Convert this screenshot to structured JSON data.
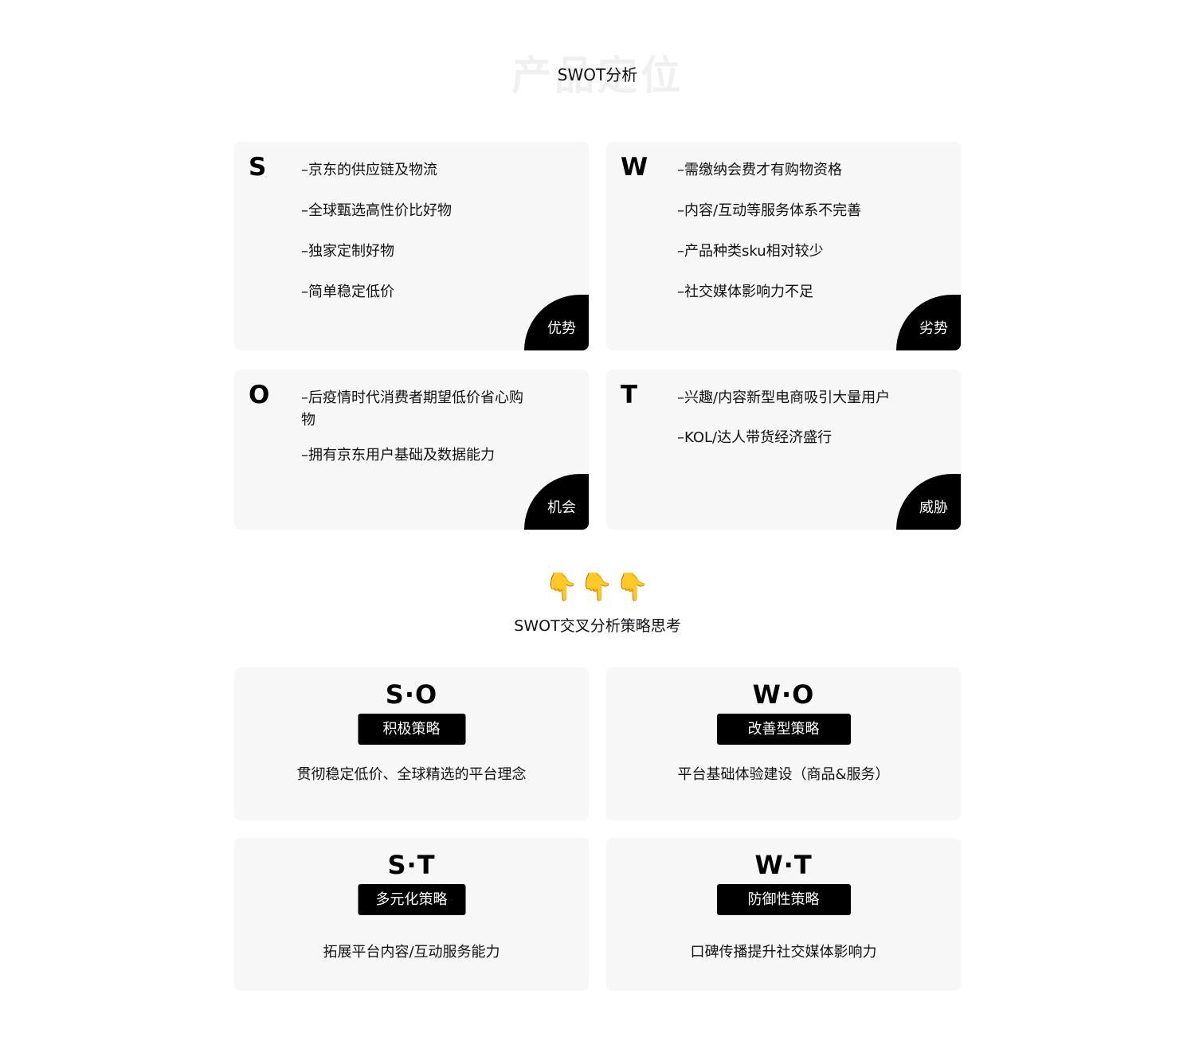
{
  "header": {
    "watermark": "产品定位",
    "title": "SWOT分析"
  },
  "swot": [
    {
      "letter": "S",
      "tag": "优势",
      "items": [
        "–京东的供应链及物流",
        "–全球甄选高性价比好物",
        "–独家定制好物",
        "–简单稳定低价"
      ]
    },
    {
      "letter": "W",
      "tag": "劣势",
      "items": [
        "–需缴纳会费才有购物资格",
        "–内容/互动等服务体系不完善",
        "–产品种类sku相对较少",
        "–社交媒体影响力不足"
      ]
    },
    {
      "letter": "O",
      "tag": "机会",
      "items": [
        "–后疫情时代消费者期望低价省心购物",
        "–拥有京东用户基础及数据能力"
      ]
    },
    {
      "letter": "T",
      "tag": "威胁",
      "items": [
        "–兴趣/内容新型电商吸引大量用户",
        "–KOL/达人带货经济盛行"
      ]
    }
  ],
  "cross": {
    "pointers": "👇👇👇",
    "title": "SWOT交叉分析策略思考"
  },
  "strategies": [
    {
      "combo": "S·O",
      "label": "积极策略",
      "desc": "贯彻稳定低价、全球精选的平台理念"
    },
    {
      "combo": "W·O",
      "label": "改善型策略",
      "desc": "平台基础体验建设（商品&服务）"
    },
    {
      "combo": "S·T",
      "label": "多元化策略",
      "desc": "拓展平台内容/互动服务能力"
    },
    {
      "combo": "W·T",
      "label": "防御性策略",
      "desc": "口碑传播提升社交媒体影响力"
    }
  ]
}
